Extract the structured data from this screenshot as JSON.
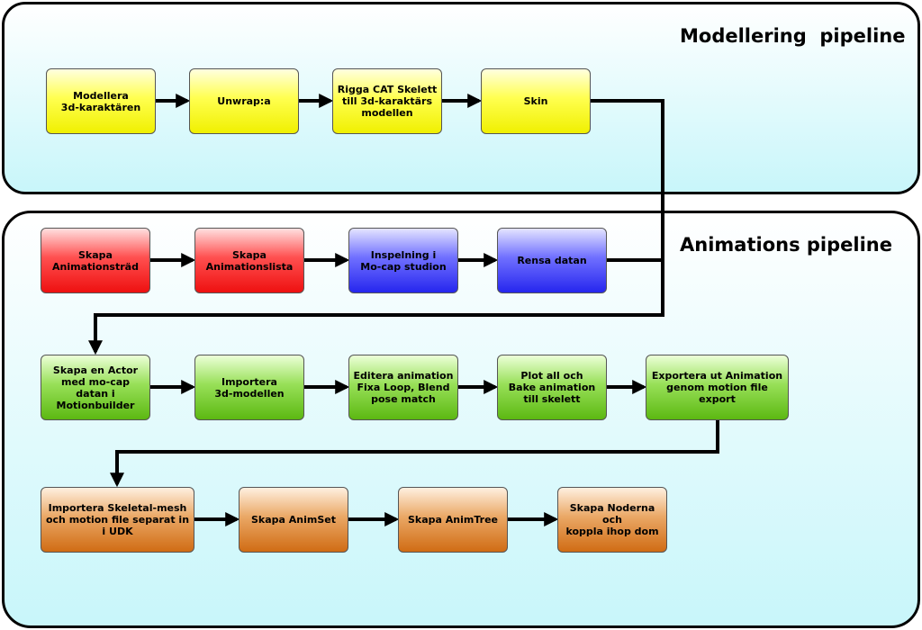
{
  "lanes": {
    "modellering": {
      "title": "Modellering  pipeline"
    },
    "animations": {
      "title": "Animations pipeline"
    }
  },
  "nodes": {
    "modellera": "Modellera\n3d-karaktären",
    "unwrap": "Unwrap:a",
    "rigga": "Rigga CAT Skelett\ntill 3d-karaktärs\nmodellen",
    "skin": "Skin",
    "animationstrad": "Skapa\nAnimationsträd",
    "animationslista": "Skapa\nAnimationslista",
    "inspelning": "Inspelning i\nMo-cap studion",
    "rensa": "Rensa datan",
    "actor": "Skapa en Actor\nmed mo-cap\ndatan i\nMotionbuilder",
    "importera3d": "Importera\n3d-modellen",
    "editera": "Editera animation\nFixa Loop, Blend\npose match",
    "plot": "Plot all och\nBake animation\ntill skelett",
    "exportera": "Exportera ut Animation\ngenom motion file\nexport",
    "skeletal": "Importera Skeletal-mesh\noch motion file separat in\ni UDK",
    "animset": "Skapa  AnimSet",
    "animtree": "Skapa  AnimTree",
    "noderna": "Skapa Noderna och\nkoppla ihop dom"
  },
  "colors": {
    "yellow": "#ffff50",
    "red": "#ff5050",
    "blue": "#7070ff",
    "green": "#98e058",
    "orange": "#eaa866",
    "lane_background": "#c8f6fa"
  }
}
